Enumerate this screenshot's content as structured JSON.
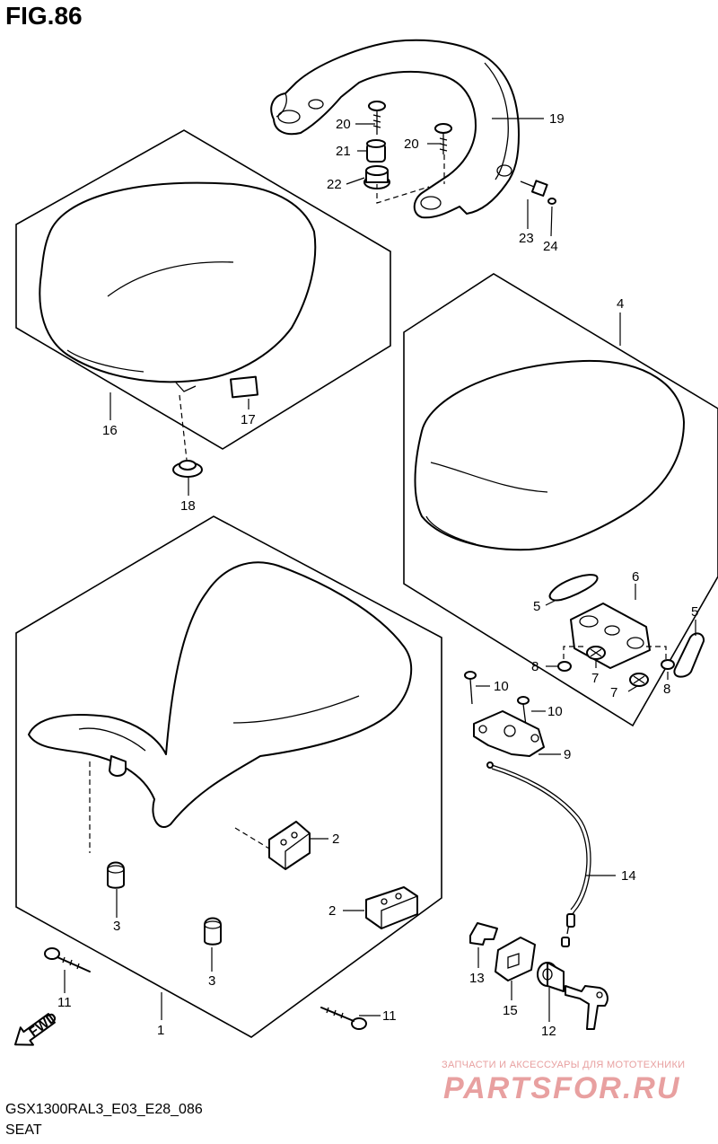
{
  "figure": {
    "title": "FIG.86",
    "model_code": "GSX1300RAL3_E03_E28_086",
    "section_name": "SEAT",
    "fwd_label": "FWD"
  },
  "watermark": {
    "tagline": "ЗАПЧАСТИ И АКСЕССУАРЫ ДЛЯ МОТОТЕХНИКИ",
    "logo": "PARTSFOR.RU"
  },
  "callouts": {
    "c1": "1",
    "c2a": "2",
    "c2b": "2",
    "c3a": "3",
    "c3b": "3",
    "c4": "4",
    "c5a": "5",
    "c5b": "5",
    "c6": "6",
    "c7a": "7",
    "c7b": "7",
    "c8a": "8",
    "c8b": "8",
    "c9": "9",
    "c10a": "10",
    "c10b": "10",
    "c11a": "11",
    "c11b": "11",
    "c12": "12",
    "c13": "13",
    "c14": "14",
    "c15": "15",
    "c16": "16",
    "c17": "17",
    "c18": "18",
    "c19": "19",
    "c20a": "20",
    "c20b": "20",
    "c21": "21",
    "c22": "22",
    "c23": "23",
    "c24": "24"
  },
  "colors": {
    "line": "#000000",
    "background": "#ffffff",
    "watermark": "#e8a0a0"
  }
}
